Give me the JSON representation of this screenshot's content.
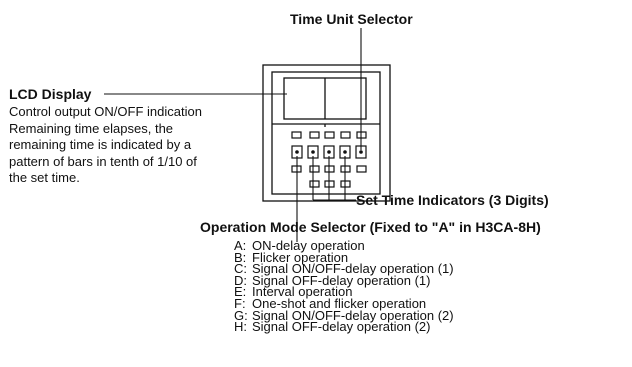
{
  "labels": {
    "time_unit_selector": "Time Unit Selector",
    "lcd_display": "LCD Display",
    "lcd_description": [
      "Control output ON/OFF indication",
      "Remaining time elapses, the",
      "remaining time is indicated by a",
      "pattern of bars in tenth of 1/10 of",
      "the set time."
    ],
    "set_time_indicators": "Set Time Indicators (3 Digits)",
    "operation_mode_selector": "Operation Mode Selector (Fixed to \"A\" in H3CA-8H)"
  },
  "modes": [
    {
      "code": "A:",
      "text": "ON-delay operation"
    },
    {
      "code": "B:",
      "text": "Flicker operation"
    },
    {
      "code": "C:",
      "text": "Signal ON/OFF-delay operation (1)"
    },
    {
      "code": "D:",
      "text": "Signal OFF-delay operation (1)"
    },
    {
      "code": "E:",
      "text": "Interval operation"
    },
    {
      "code": "F:",
      "text": "One-shot and flicker operation"
    },
    {
      "code": "G:",
      "text": "Signal ON/OFF-delay operation (2)"
    },
    {
      "code": "H:",
      "text": "Signal OFF-delay operation (2)"
    }
  ],
  "colors": {
    "line": "#111111",
    "background": "#ffffff"
  }
}
